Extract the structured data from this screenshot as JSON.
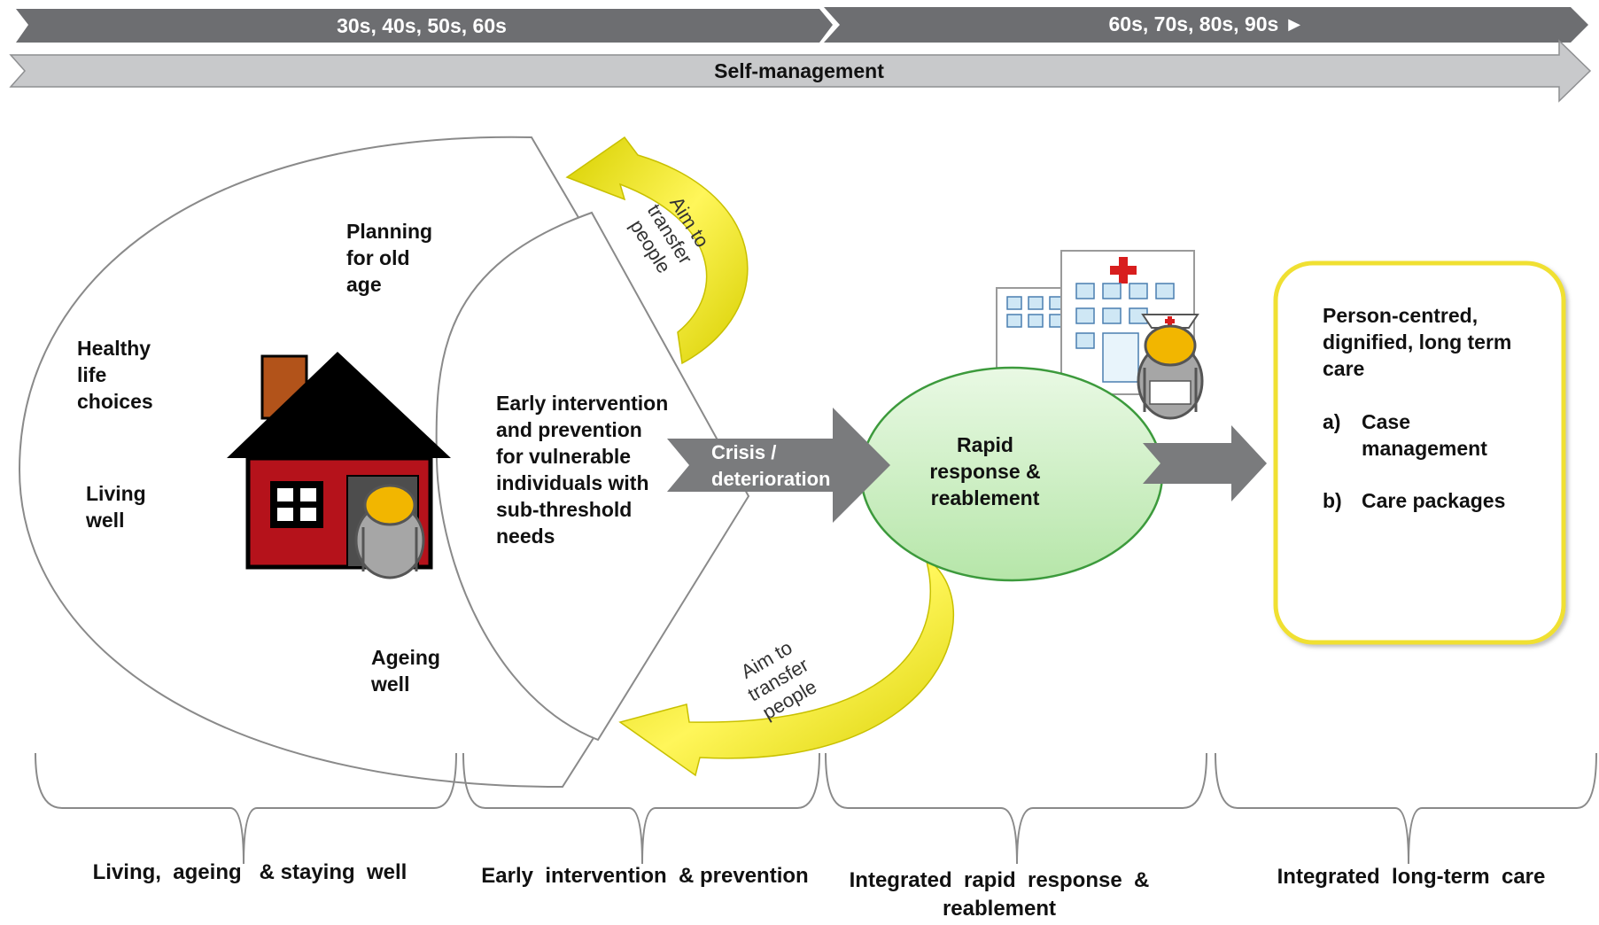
{
  "age_bar": {
    "left_label": "30s, 40s, 50s, 60s",
    "right_label": "60s, 70s, 80s, 90s ►"
  },
  "self_management": {
    "label": "Self-management"
  },
  "outer_circle": {
    "planning": [
      "Planning",
      "for old",
      "age"
    ],
    "healthy": [
      "Healthy",
      "life",
      "choices"
    ],
    "living": [
      "Living",
      "well"
    ],
    "ageing": [
      "Ageing",
      "well"
    ]
  },
  "inner_circle": {
    "early": [
      "Early intervention",
      "and prevention",
      "for vulnerable",
      "individuals with",
      "sub-threshold",
      "needs"
    ]
  },
  "top_arrow": {
    "label": [
      "Aim to",
      "transfer",
      "people"
    ]
  },
  "bottom_arrow": {
    "label": [
      "Aim to",
      "transfer",
      "people"
    ]
  },
  "crisis": {
    "label": [
      "Crisis /",
      "deterioration"
    ]
  },
  "rapid": {
    "label": [
      "Rapid",
      "response &",
      "reablement"
    ]
  },
  "longterm_box": {
    "title": [
      "Person-centred,",
      "dignified, long term",
      "care"
    ],
    "item_a_marker": "a)",
    "item_a": [
      "Case",
      "management"
    ],
    "item_b_marker": "b)",
    "item_b": [
      "Care packages"
    ]
  },
  "bottom_labels": {
    "living": "Living,  ageing   & staying  well",
    "early": "Early  intervention  & prevention",
    "rapid": [
      "Integrated  rapid  response  &",
      "reablement"
    ],
    "longterm": "Integrated  long-term  care"
  },
  "colors": {
    "dark_bar": "#6d6e71",
    "light_bar": "#c8c9cb",
    "yellow": "#e8e000",
    "green_fill": "#c9efc0",
    "green_stroke": "#3c9a3c",
    "box_border": "#f0e030"
  }
}
